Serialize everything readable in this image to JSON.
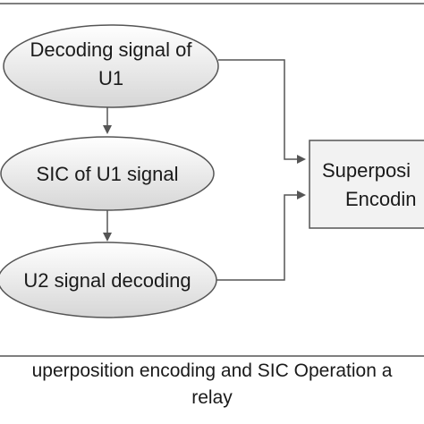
{
  "nodes": {
    "decoding_u1": {
      "line1": "Decoding signal of",
      "line2": "U1"
    },
    "sic_u1": {
      "label": "SIC of U1 signal"
    },
    "u2_decoding": {
      "label": "U2 signal decoding"
    },
    "superposition": {
      "line1": "Superposi",
      "line2": "Encodin"
    }
  },
  "caption": {
    "line1": "uperposition encoding and SIC Operation a",
    "line2": "relay"
  },
  "colors": {
    "ellipse_fill_top": "#ffffff",
    "ellipse_fill_bottom": "#d9d9d9",
    "box_fill": "#f2f2f2",
    "stroke": "#555555",
    "text": "#1a1a1a"
  }
}
